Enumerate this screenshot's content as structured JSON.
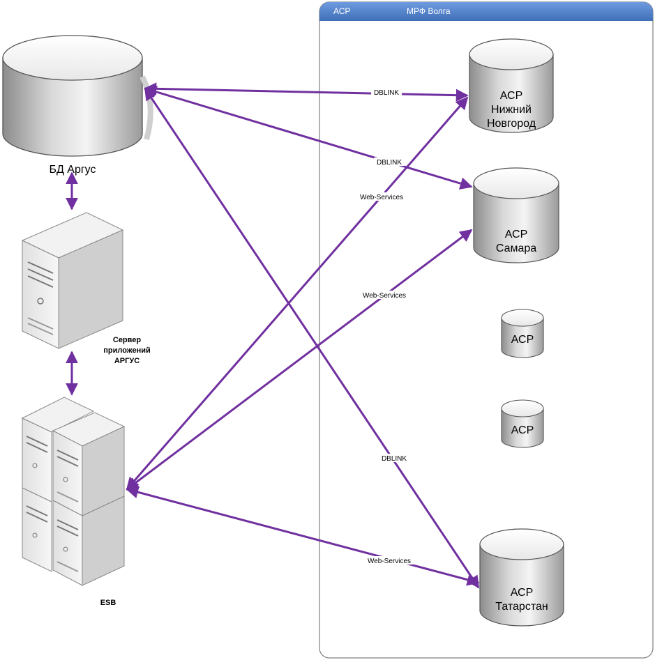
{
  "container": {
    "label_left": "АСР",
    "label_center": "МРФ Волга"
  },
  "nodes": {
    "bd_argus": {
      "label": "БД Аргус"
    },
    "app_server": {
      "label_lines": [
        "Сервер",
        "приложений",
        "АРГУС"
      ]
    },
    "esb": {
      "label": "ESB"
    },
    "asr_nn": {
      "label_lines": [
        "АСР",
        "Нижний",
        "Новгород"
      ]
    },
    "asr_samara": {
      "label_lines": [
        "АСР",
        "Самара"
      ]
    },
    "asr_small_1": {
      "label": "АСР"
    },
    "asr_small_2": {
      "label": "АСР"
    },
    "asr_tatarstan": {
      "label_lines": [
        "АСР",
        "Татарстан"
      ]
    }
  },
  "connections": [
    {
      "from": "bd_argus",
      "to": "asr_nn",
      "label": "DBLINK"
    },
    {
      "from": "bd_argus",
      "to": "asr_samara",
      "label": "DBLINK"
    },
    {
      "from": "bd_argus",
      "to": "asr_tatarstan",
      "label": "DBLINK"
    },
    {
      "from": "esb",
      "to": "asr_nn",
      "label": "Web-Services"
    },
    {
      "from": "esb",
      "to": "asr_samara",
      "label": "Web-Services"
    },
    {
      "from": "esb",
      "to": "asr_tatarstan",
      "label": "Web-Services"
    },
    {
      "from": "bd_argus",
      "to": "app_server",
      "label": ""
    },
    {
      "from": "app_server",
      "to": "esb",
      "label": ""
    }
  ],
  "colors": {
    "arrow": "#7030a0",
    "container_header": "#4f7fc4",
    "container_border": "#7f7f7f"
  }
}
